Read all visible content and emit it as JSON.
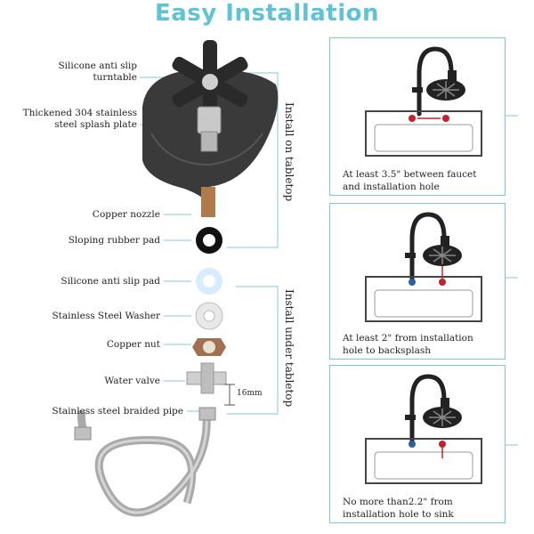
{
  "title": "Easy Installation",
  "labels": {
    "turntable": "Silicone anti slip turntable",
    "splash_plate": "Thickened 304 stainless steel splash plate",
    "copper_nozzle": "Copper nozzle",
    "rubber_pad": "Sloping rubber pad",
    "anti_slip_pad": "Silicone anti slip pad",
    "washer": "Stainless Steel Washer",
    "copper_nut": "Copper nut",
    "water_valve": "Water valve",
    "braided_pipe": "Stainless steel braided pipe",
    "valve_size": "16mm"
  },
  "vertical_labels": {
    "tabletop": "Install on tabletop",
    "under": "Install under tabletop"
  },
  "panels": [
    {
      "caption": "At least 3.5\" between faucet and installation hole"
    },
    {
      "caption": "At least 2\" from installation hole to backsplash"
    },
    {
      "caption": "No more than2.2\" from installation hole to sink"
    }
  ],
  "colors": {
    "accent": "#5fc3d6",
    "hot": "#c8202a",
    "cold": "#2a5fa8",
    "plate": "#3a3a3a"
  },
  "icons": [
    "faucet-icon",
    "rinser-icon",
    "sink-icon"
  ]
}
